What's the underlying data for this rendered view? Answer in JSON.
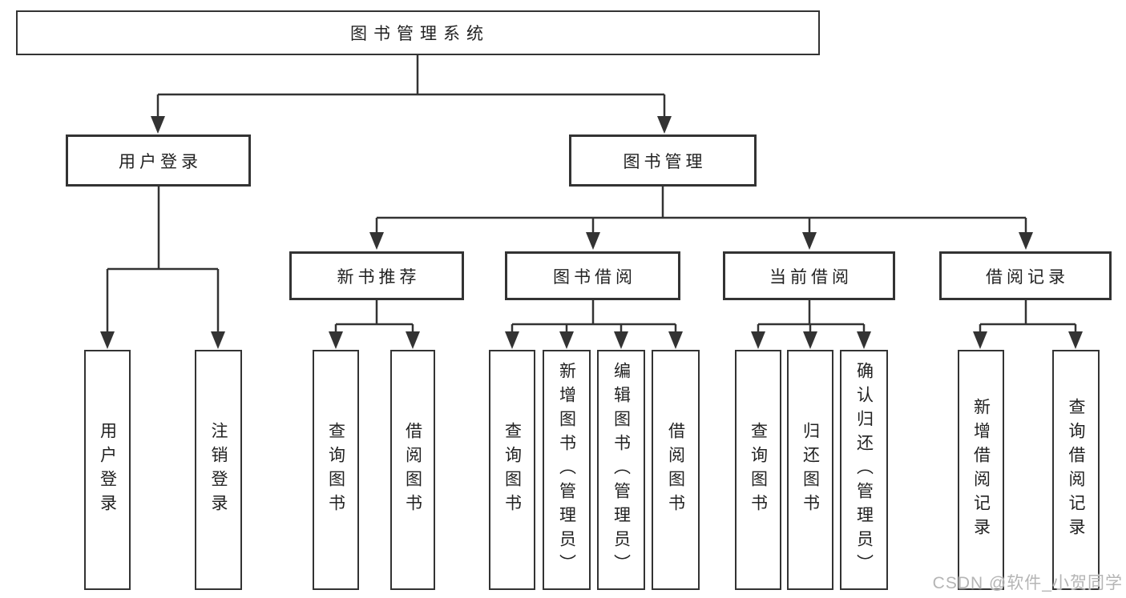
{
  "tree": {
    "root": "图书管理系统",
    "children": [
      {
        "label": "用户登录",
        "children": [
          "用户登录",
          "注销登录"
        ]
      },
      {
        "label": "图书管理",
        "children": [
          {
            "label": "新书推荐",
            "children": [
              "查询图书",
              "借阅图书"
            ]
          },
          {
            "label": "图书借阅",
            "children": [
              "查询图书",
              "新增图书（管理员）",
              "编辑图书（管理员）",
              "借阅图书"
            ]
          },
          {
            "label": "当前借阅",
            "children": [
              "查询图书",
              "归还图书",
              "确认归还（管理员）"
            ]
          },
          {
            "label": "借阅记录",
            "children": [
              "新增借阅记录",
              "查询借阅记录"
            ]
          }
        ]
      }
    ]
  },
  "watermark": {
    "text": "CSDN @软件_小贺同学"
  },
  "colors": {
    "line": "#333333",
    "box_border": "#333333",
    "text": "#222222",
    "watermark": "#b5b5b5",
    "background": "#ffffff"
  }
}
